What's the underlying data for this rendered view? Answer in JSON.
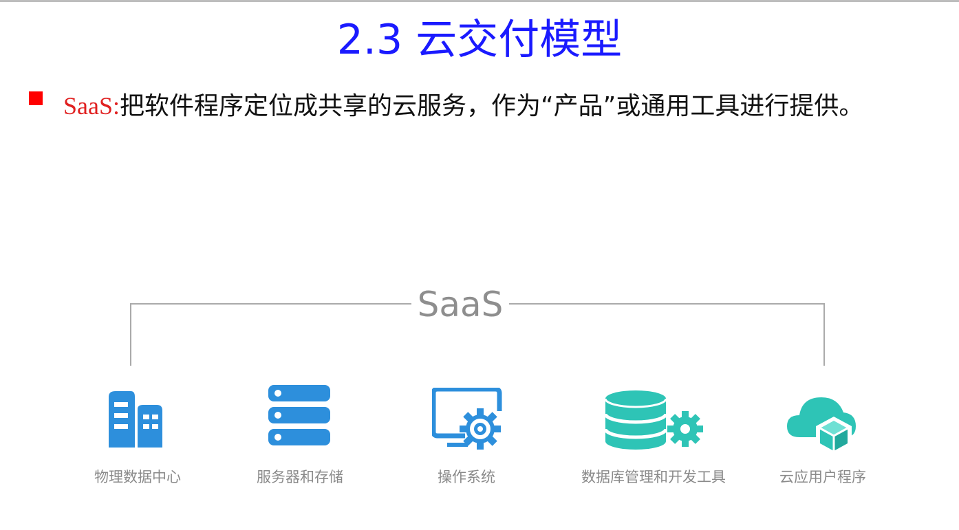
{
  "slide": {
    "title": "2.3 云交付模型",
    "bullet": {
      "term": "SaaS",
      "separator": ":",
      "text": "把软件程序定位成共享的云服务，作为“产品”或通用工具进行提供。"
    }
  },
  "diagram": {
    "heading": "SaaS",
    "items": [
      {
        "label": "物理数据中心",
        "icon": "building-icon"
      },
      {
        "label": "服务器和存储",
        "icon": "server-icon"
      },
      {
        "label": "操作系统",
        "icon": "monitor-gear-icon"
      },
      {
        "label": "数据库管理和开发工具",
        "icon": "database-gear-icon"
      },
      {
        "label": "云应用户程序",
        "icon": "cloud-app-icon"
      }
    ],
    "colors": {
      "blue": "#2d8fdc",
      "teal": "#2ec4b6",
      "line": "#aaaaaa",
      "label": "#8a8a8a"
    }
  }
}
